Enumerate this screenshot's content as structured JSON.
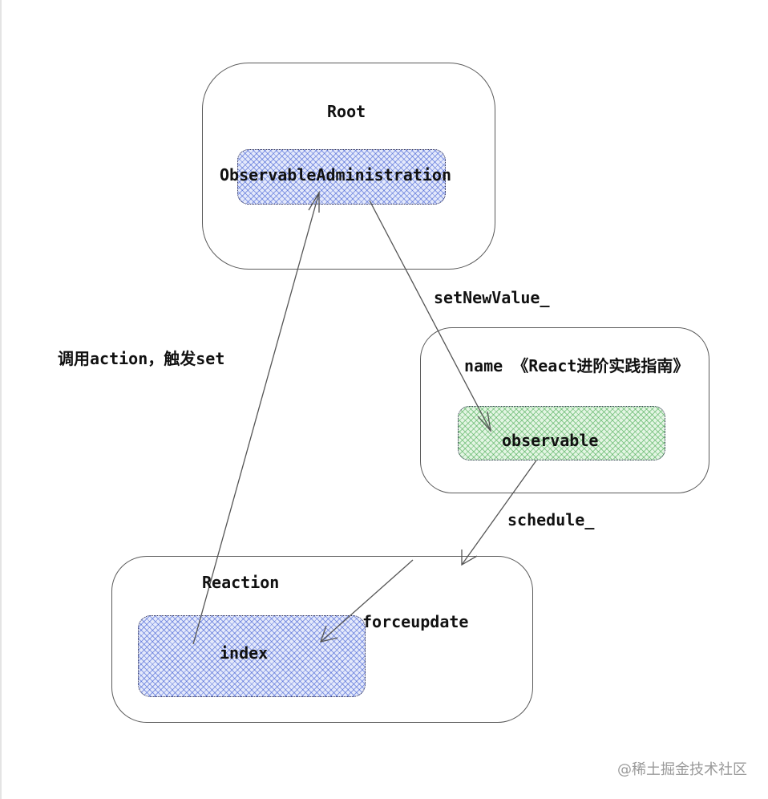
{
  "nodes": {
    "root": {
      "label": "Root"
    },
    "observable_admin": {
      "label": "ObservableAdministration"
    },
    "name_box": {
      "label": "name 《React进阶实践指南》"
    },
    "observable": {
      "label": "observable"
    },
    "reaction": {
      "label": "Reaction"
    },
    "index": {
      "label": "index"
    }
  },
  "edges": {
    "set_new_value": {
      "label": "setNewValue_"
    },
    "call_action": {
      "label": "调用action，触发set"
    },
    "schedule": {
      "label": "schedule_"
    },
    "force_update": {
      "label": "forceupdate"
    }
  },
  "watermark": "@稀土掘金技术社区",
  "colors": {
    "hatch_blue": "#3c5ad2",
    "hatch_green": "#46aa50",
    "box_border": "#5a5a5a"
  }
}
